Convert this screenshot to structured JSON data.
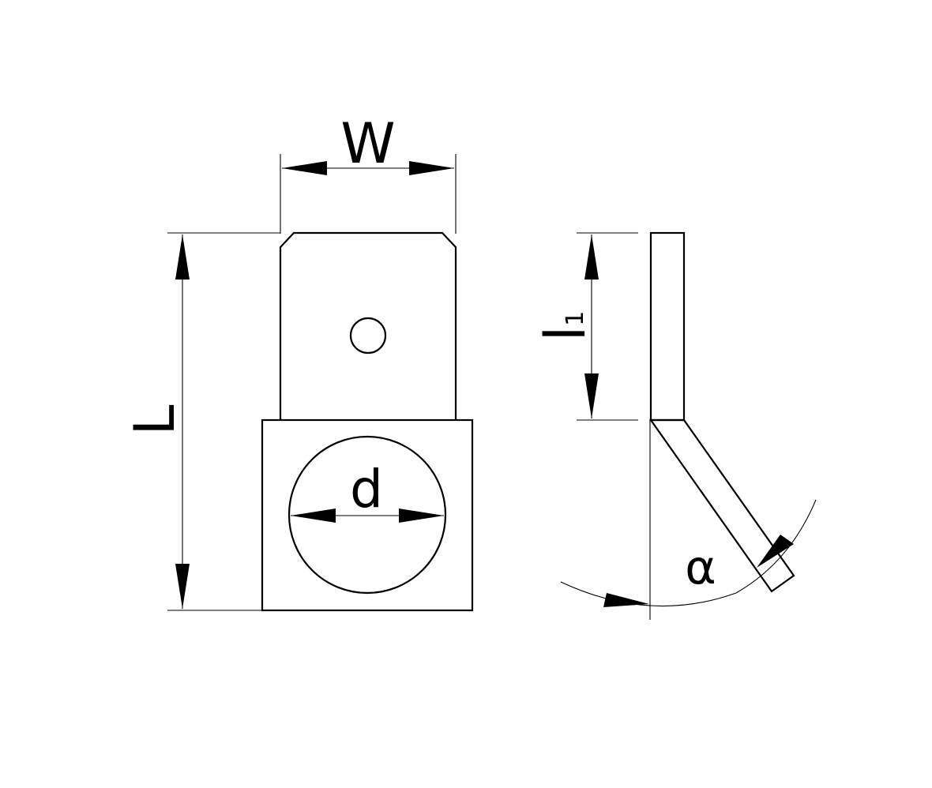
{
  "labels": {
    "width": "W",
    "length": "L",
    "diameter": "d",
    "tab_length_letter": "l",
    "tab_length_subscript": "1",
    "angle": "α"
  },
  "colors": {
    "line": "#000000",
    "background": "#ffffff"
  }
}
